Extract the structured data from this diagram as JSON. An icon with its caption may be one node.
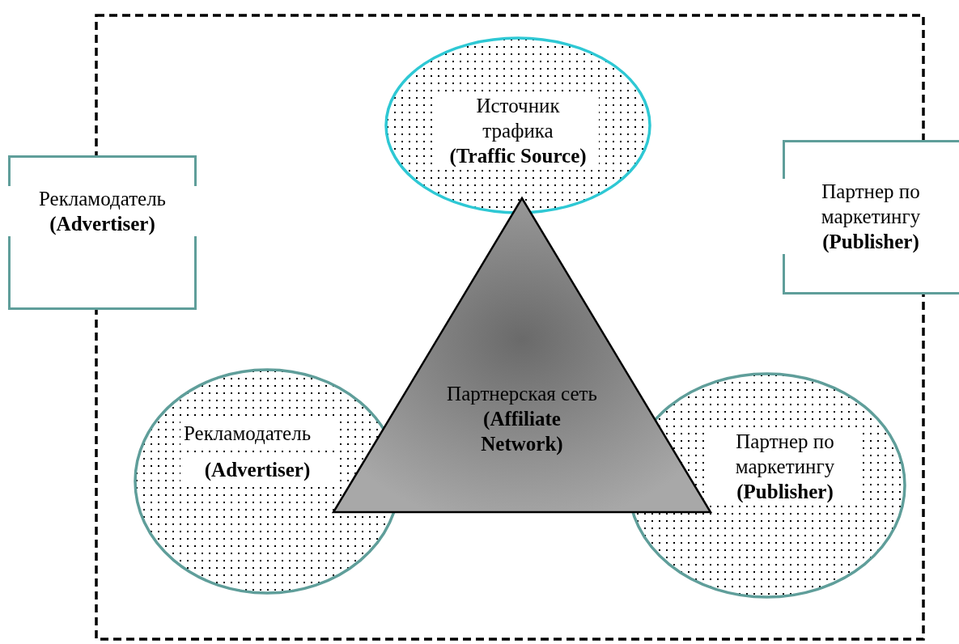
{
  "diagram": {
    "nodes": [
      {
        "text": [],
        "shape": "box"
      },
      {
        "text": [
          "Рекламодатель",
          "(Advertiser)"
        ]
      },
      {
        "text": [
          "Партнер по маркетингу",
          "(Publisher)"
        ]
      },
      {
        "text": [
          "Источник трафика",
          "(Traffic Source)"
        ],
        "in": 0
      },
      {
        "text": [
          "Рекламодатель",
          "(Advertiser)"
        ],
        "in": 0
      },
      {
        "text": [
          "Партнер по маркетингу",
          "(Publisher)"
        ],
        "in": 0
      },
      {
        "text": [
          "Партнерская сеть",
          "(Affiliate Network)"
        ],
        "in": 0
      }
    ]
  }
}
